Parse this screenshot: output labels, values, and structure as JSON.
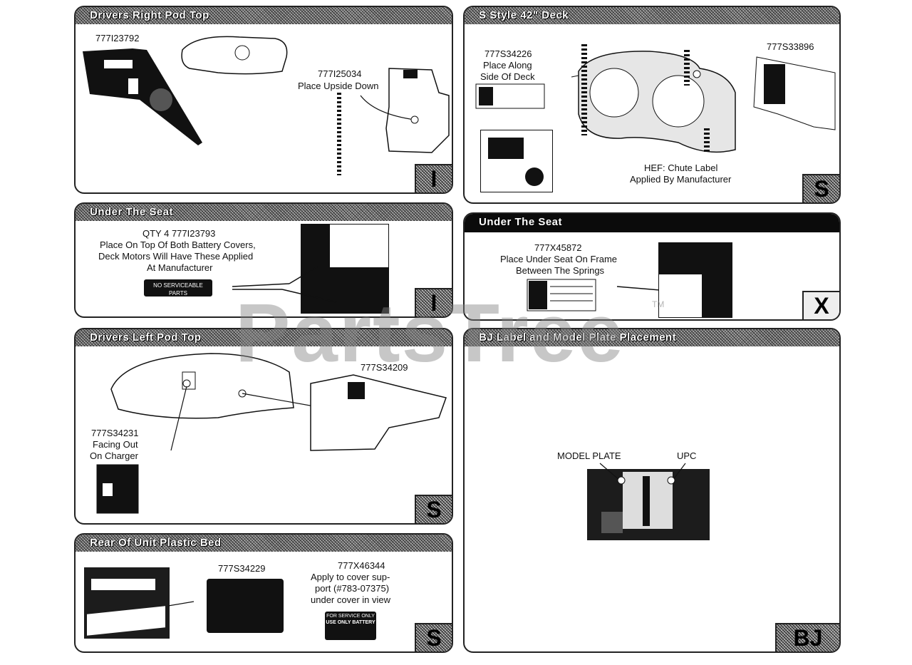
{
  "panels": {
    "p1": {
      "title": "Drivers Right Pod Top",
      "badge": "I",
      "part_a": "777I23792",
      "part_b": "777I25034",
      "note_b": "Place Upside Down"
    },
    "p2": {
      "title": "S Style 42\" Deck",
      "badge": "S",
      "part_a": "777S34226",
      "note_a1": "Place Along",
      "note_a2": "Side Of Deck",
      "part_b": "777S33896",
      "note_c1": "HEF: Chute Label",
      "note_c2": "Applied By Manufacturer"
    },
    "p3": {
      "title": "Under The Seat",
      "badge": "I",
      "line1": "QTY 4 777I23793",
      "line2": "Place On Top Of Both Battery Covers,",
      "line3": "Deck Motors Will Have These Applied",
      "line4": "At Manufacturer",
      "decal": "NO SERVICEABLE PARTS"
    },
    "p4": {
      "title": "Under The Seat",
      "badge": "X",
      "part": "777X45872",
      "note1": "Place Under Seat On Frame",
      "note2": "Between The Springs"
    },
    "p5": {
      "title": "Drivers Left Pod Top",
      "badge": "S",
      "part_a": "777S34209",
      "part_b": "777S34231",
      "note_b1": "Facing Out",
      "note_b2": "On Charger"
    },
    "p6": {
      "title": "BJ Label and Model Plate Placement",
      "badge": "BJ",
      "label_a": "MODEL PLATE",
      "label_b": "UPC"
    },
    "p7": {
      "title": "Rear Of Unit Plastic Bed",
      "badge": "S",
      "part_a": "777S34229",
      "part_b": "777X46344",
      "note_b1": "Apply to cover sup-",
      "note_b2": "port (#783-07375)",
      "note_b3": "under cover in view",
      "decal_b1": "FOR SERVICE ONLY",
      "decal_b2": "USE ONLY BATTERY"
    }
  },
  "watermark": {
    "text": "PartsTree",
    "tm": "TM"
  },
  "colors": {
    "ink": "#111111",
    "paper": "#ffffff",
    "watermark": "#828282"
  }
}
